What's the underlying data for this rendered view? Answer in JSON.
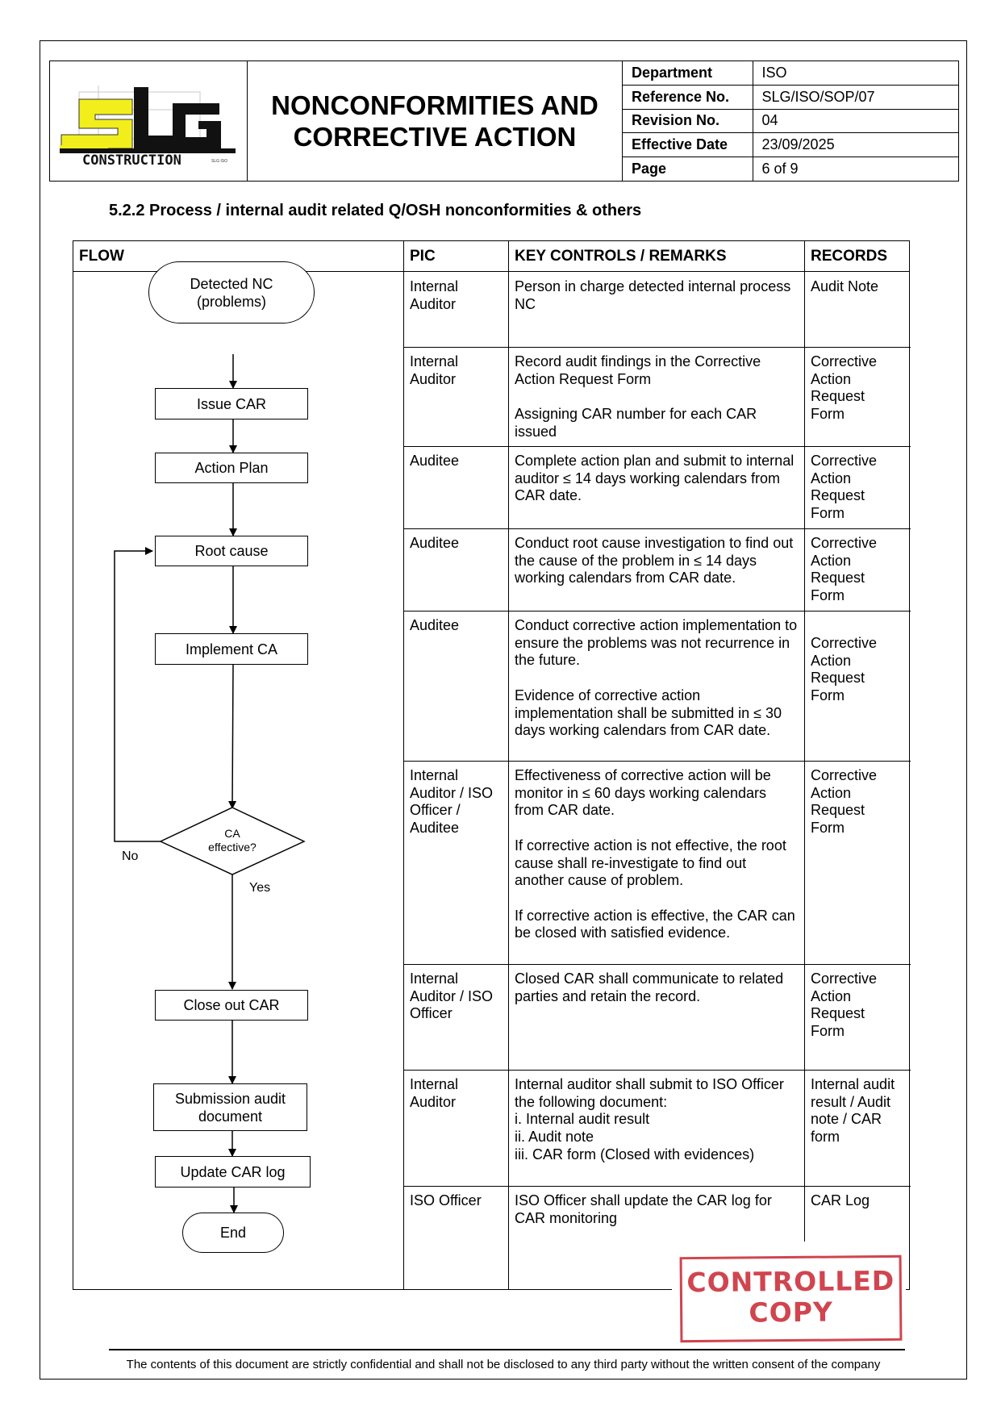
{
  "header": {
    "logo": {
      "letters": "SLG",
      "subtitle": "CONSTRUCTION",
      "tag": "SLG ISO"
    },
    "title_line1": "NONCONFORMITIES AND",
    "title_line2": "CORRECTIVE ACTION",
    "meta": [
      {
        "label": "Department",
        "value": "ISO"
      },
      {
        "label": "Reference No.",
        "value": "SLG/ISO/SOP/07"
      },
      {
        "label": "Revision No.",
        "value": "04"
      },
      {
        "label": "Effective Date",
        "value": "23/09/2025"
      },
      {
        "label": "Page",
        "value": "6 of 9"
      }
    ]
  },
  "section_title": "5.2.2 Process / internal audit related Q/OSH nonconformities & others",
  "table": {
    "headers": {
      "flow": "FLOW",
      "pic": "PIC",
      "controls": "KEY CONTROLS / REMARKS",
      "records": "RECORDS"
    },
    "rows": [
      {
        "pic": "Internal Auditor",
        "controls": [
          "Person in charge detected internal process NC"
        ],
        "records": "Audit Note"
      },
      {
        "pic": "Internal Auditor",
        "controls": [
          "Record audit findings in the Corrective Action Request Form",
          "Assigning CAR number for each CAR issued"
        ],
        "records": "Corrective Action Request Form"
      },
      {
        "pic": "Auditee",
        "controls": [
          "Complete action plan and submit to internal auditor ≤ 14 days working calendars from CAR date."
        ],
        "records": "Corrective Action Request Form"
      },
      {
        "pic": "Auditee",
        "controls": [
          "Conduct root cause investigation to find out the cause of the problem in ≤ 14 days working calendars from CAR date."
        ],
        "records": "Corrective Action Request Form"
      },
      {
        "pic": "Auditee",
        "controls": [
          "Conduct corrective action implementation to ensure the problems was not recurrence in the future.",
          "Evidence of corrective action implementation shall be submitted in ≤ 30 days working calendars from CAR date."
        ],
        "records": "Corrective Action Request Form"
      },
      {
        "pic": "Internal Auditor / ISO Officer / Auditee",
        "controls": [
          "Effectiveness of corrective action will be monitor in ≤ 60 days working calendars from CAR date.",
          "If corrective action is not effective, the root cause shall re-investigate to find out another cause of problem.",
          "If corrective action is effective, the CAR can be closed with satisfied evidence."
        ],
        "records": "Corrective Action Request Form"
      },
      {
        "pic": "Internal Auditor / ISO Officer",
        "controls": [
          "Closed CAR shall communicate to related parties and retain the record."
        ],
        "records": "Corrective Action Request Form"
      },
      {
        "pic": "Internal Auditor",
        "controls": [
          "Internal auditor shall submit to ISO Officer the following document:\ni. Internal audit result\nii. Audit note\niii. CAR form (Closed with evidences)"
        ],
        "records": "Internal audit result / Audit note / CAR form"
      },
      {
        "pic": "ISO Officer",
        "controls": [
          " ISO Officer shall update the CAR log for CAR monitoring"
        ],
        "records": "CAR Log"
      }
    ]
  },
  "flow": {
    "start": "Detected NC (problems)",
    "issue": "Issue CAR",
    "plan": "Action Plan",
    "root": "Root cause",
    "implement": "Implement CA",
    "decision": "CA effective?",
    "no": "No",
    "yes": "Yes",
    "close": "Close out CAR",
    "submit": "Submission audit document",
    "update": "Update CAR log",
    "end": "End"
  },
  "stamp": {
    "line1": "CONTROLLED",
    "line2": "COPY"
  },
  "footer": "The contents of this document are strictly confidential and shall not be disclosed to any third party without the written consent of the company",
  "colors": {
    "logo_yellow": "#f2ee1c",
    "logo_dark": "#111111",
    "stamp_red": "#d0454f"
  }
}
